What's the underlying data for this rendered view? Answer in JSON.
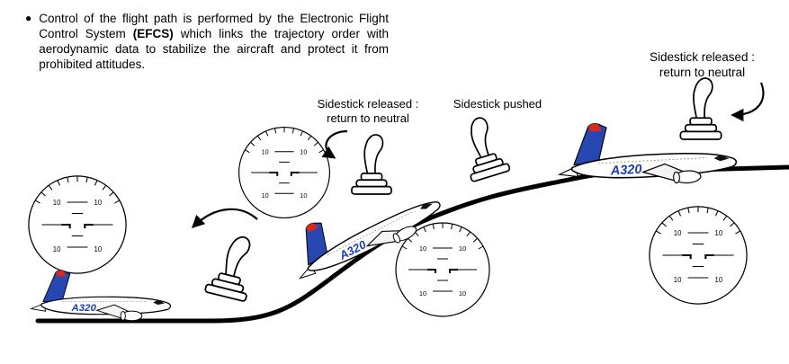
{
  "intro": {
    "bullet": "●",
    "text_before_bold": "Control of the flight path is performed by the Electronic Flight Control System ",
    "text_bold": "(EFCS)",
    "text_after_bold": " which links the trajectory order with aerodynamic data to stabilize the aircraft and protect it from prohibited attitudes."
  },
  "labels": {
    "sidestick_released_mid_line1": "Sidestick released :",
    "sidestick_released_mid_line2": "return to neutral",
    "sidestick_pushed": "Sidestick pushed",
    "sidestick_released_right_line1": "Sidestick released :",
    "sidestick_released_right_line2": "return to neutral"
  },
  "aircraft": {
    "label": "A320"
  },
  "adi": {
    "pitch_value": "10"
  },
  "colors": {
    "flight_path": "#000000",
    "aircraft_brand_blue": "#1c3eb0",
    "tail_blue": "#2747b0",
    "tail_red": "#d8271c",
    "background": "#ffffff"
  }
}
